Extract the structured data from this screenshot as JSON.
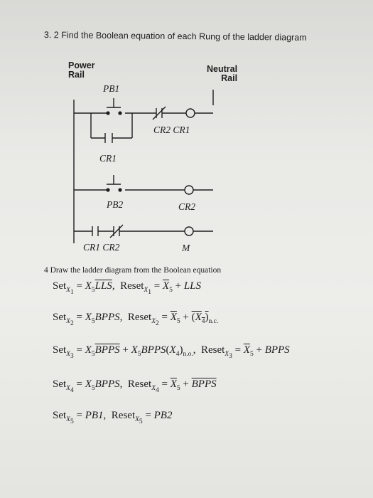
{
  "question_3": {
    "text": "3. 2 Find the Boolean equation of each Rung of the ladder diagram"
  },
  "rails": {
    "power": [
      "Power",
      "Rail"
    ],
    "neutral": [
      "Neutral",
      "Rail"
    ]
  },
  "labels": {
    "pb1": "PB1",
    "cr2_cr1": "CR2  CR1",
    "cr1": "CR1",
    "pb2": "PB2",
    "cr2": "CR2",
    "cr1_cr2": "CR1  CR2",
    "m": "M"
  },
  "question_4": {
    "text": "4  Draw the ladder diagram from the Boolean equation"
  },
  "equations": [
    {
      "set_sub": "X",
      "set_idx": "1",
      "set_rhs": "X5LLS",
      "reset_sub": "X",
      "reset_idx": "1",
      "reset_rhs": "X5 + LLS"
    },
    {
      "set_sub": "X",
      "set_idx": "2",
      "set_rhs": "X5BPPS",
      "reset_rhs": "X5 + (X4)n.c."
    },
    {
      "set_sub": "X",
      "set_idx": "3",
      "set_rhs": "X5BPPS + X5BPPS(X4)n.o.",
      "reset_rhs": "X5 + BPPS"
    },
    {
      "set_sub": "X",
      "set_idx": "4",
      "set_rhs": "X5BPPS",
      "reset_rhs": "X5 + BPPS"
    },
    {
      "set_sub": "X",
      "set_idx": "5",
      "set_rhs": "PB1",
      "reset_rhs": "PB2"
    }
  ],
  "words": {
    "set": "Set",
    "reset": "Reset"
  }
}
